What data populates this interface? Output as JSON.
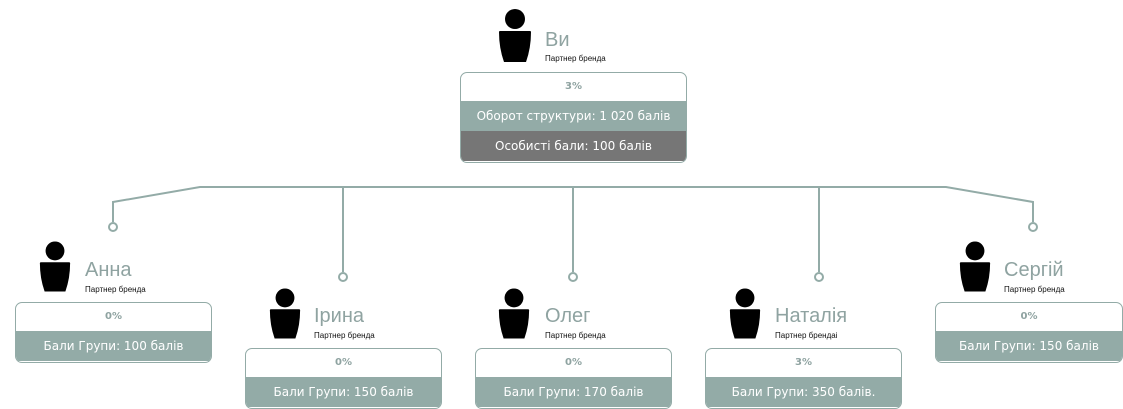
{
  "colors": {
    "accent": "#93aba7",
    "accent_text": "#8fa3a1",
    "dark_row": "#767676",
    "icon": "#000000"
  },
  "root": {
    "icon": "person-icon",
    "name": "Ви",
    "role": "Партнер бренда",
    "percent": "3%",
    "turnover": "Оборот структури: 1 020 балів",
    "personal": "Особисті бали: 100 балів"
  },
  "children": [
    {
      "icon": "person-icon",
      "name": "Анна",
      "role": "Партнер бренда",
      "percent": "0%",
      "points": "Бали Групи: 100 балів"
    },
    {
      "icon": "person-icon",
      "name": "Ірина",
      "role": "Партнер бренда",
      "percent": "0%",
      "points": "Бали Групи: 150 балів"
    },
    {
      "icon": "person-icon",
      "name": "Олег",
      "role": "Партнер бренда",
      "percent": "0%",
      "points": "Бали Групи: 170 балів"
    },
    {
      "icon": "person-icon",
      "name": "Наталія",
      "role": "Партнер брендаі",
      "percent": "3%",
      "points": "Бали Групи: 350 балів."
    },
    {
      "icon": "person-icon",
      "name": "Сергій",
      "role": "Партнер бренда",
      "percent": "0%",
      "points": "Бали Групи: 150 балів"
    }
  ]
}
